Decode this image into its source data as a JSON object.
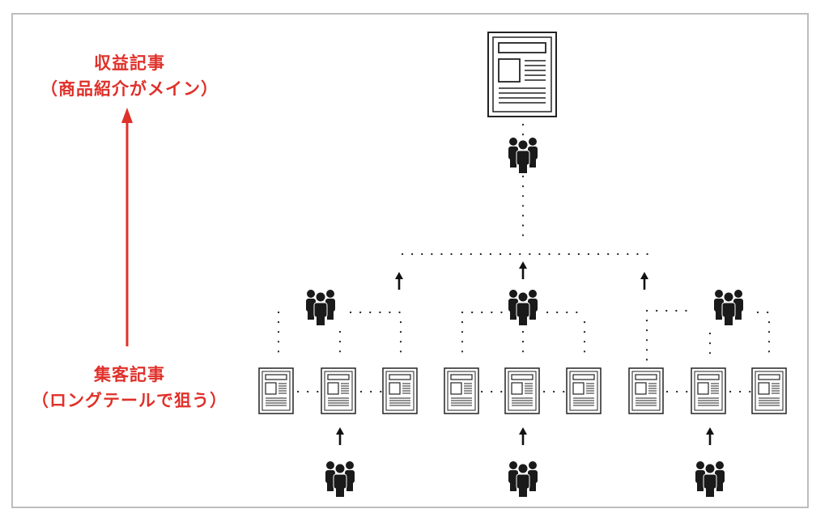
{
  "labels": {
    "revenue_title": "収益記事",
    "revenue_subtitle": "（商品紹介がメイン）",
    "traffic_title": "集客記事",
    "traffic_subtitle": "（ロングテールで狙う）"
  },
  "colors": {
    "accent": "#e0302a",
    "icon": "#1a1a1a",
    "border": "#bdbdbd"
  },
  "structure": {
    "top_page": "revenue-article",
    "groups": [
      {
        "middle": "traffic-article",
        "sides": [
          "traffic-article",
          "traffic-article"
        ]
      },
      {
        "middle": "traffic-article",
        "sides": [
          "traffic-article",
          "traffic-article"
        ]
      },
      {
        "middle": "traffic-article",
        "sides": [
          "traffic-article",
          "traffic-article"
        ]
      }
    ],
    "icons": [
      "document-icon",
      "people-icon",
      "up-arrow-icon"
    ]
  }
}
